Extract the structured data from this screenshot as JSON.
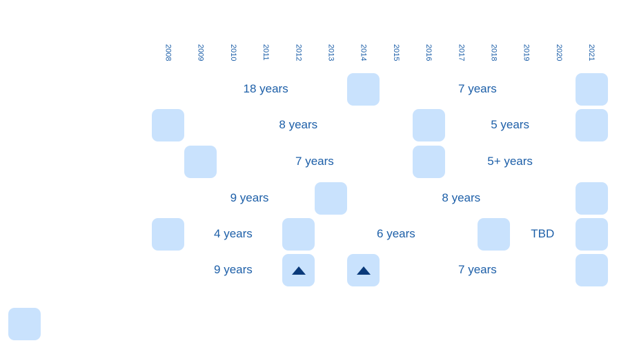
{
  "chart_data": {
    "type": "timeline",
    "years": [
      2008,
      2009,
      2010,
      2011,
      2012,
      2013,
      2014,
      2015,
      2016,
      2017,
      2018,
      2019,
      2020,
      2021
    ],
    "rows": [
      {
        "markers": [
          {
            "year": 2014
          },
          {
            "year": 2021
          }
        ],
        "gaps": [
          {
            "label": "18 years",
            "from": 2008,
            "to": 2014
          },
          {
            "label": "7 years",
            "from": 2014,
            "to": 2021
          }
        ]
      },
      {
        "markers": [
          {
            "year": 2008
          },
          {
            "year": 2016
          },
          {
            "year": 2021
          }
        ],
        "gaps": [
          {
            "label": "8 years",
            "from": 2008,
            "to": 2016
          },
          {
            "label": "5 years",
            "from": 2016,
            "to": 2021
          }
        ]
      },
      {
        "markers": [
          {
            "year": 2009
          },
          {
            "year": 2016
          }
        ],
        "gaps": [
          {
            "label": "7 years",
            "from": 2009,
            "to": 2016
          },
          {
            "label": "5+ years",
            "from": 2016,
            "to": 2021
          }
        ]
      },
      {
        "markers": [
          {
            "year": 2013
          },
          {
            "year": 2021
          }
        ],
        "gaps": [
          {
            "label": "9 years",
            "from": 2008,
            "to": 2013
          },
          {
            "label": "8 years",
            "from": 2013,
            "to": 2021
          }
        ]
      },
      {
        "markers": [
          {
            "year": 2008
          },
          {
            "year": 2012
          },
          {
            "year": 2018
          },
          {
            "year": 2021
          }
        ],
        "gaps": [
          {
            "label": "4 years",
            "from": 2008,
            "to": 2012
          },
          {
            "label": "6 years",
            "from": 2012,
            "to": 2018
          },
          {
            "label": "TBD",
            "from": 2018,
            "to": 2021
          }
        ]
      },
      {
        "markers": [
          {
            "year": 2012,
            "triangle": true
          },
          {
            "year": 2014,
            "triangle": true
          },
          {
            "year": 2021
          }
        ],
        "gaps": [
          {
            "label": "9 years",
            "from": 2008,
            "to": 2012
          },
          {
            "label": "7 years",
            "from": 2014,
            "to": 2021
          }
        ]
      }
    ],
    "legend_marker": true,
    "colors": {
      "tile": "#c9e2fd",
      "text": "#1d5fa8",
      "triangle": "#0a3a7a"
    }
  }
}
